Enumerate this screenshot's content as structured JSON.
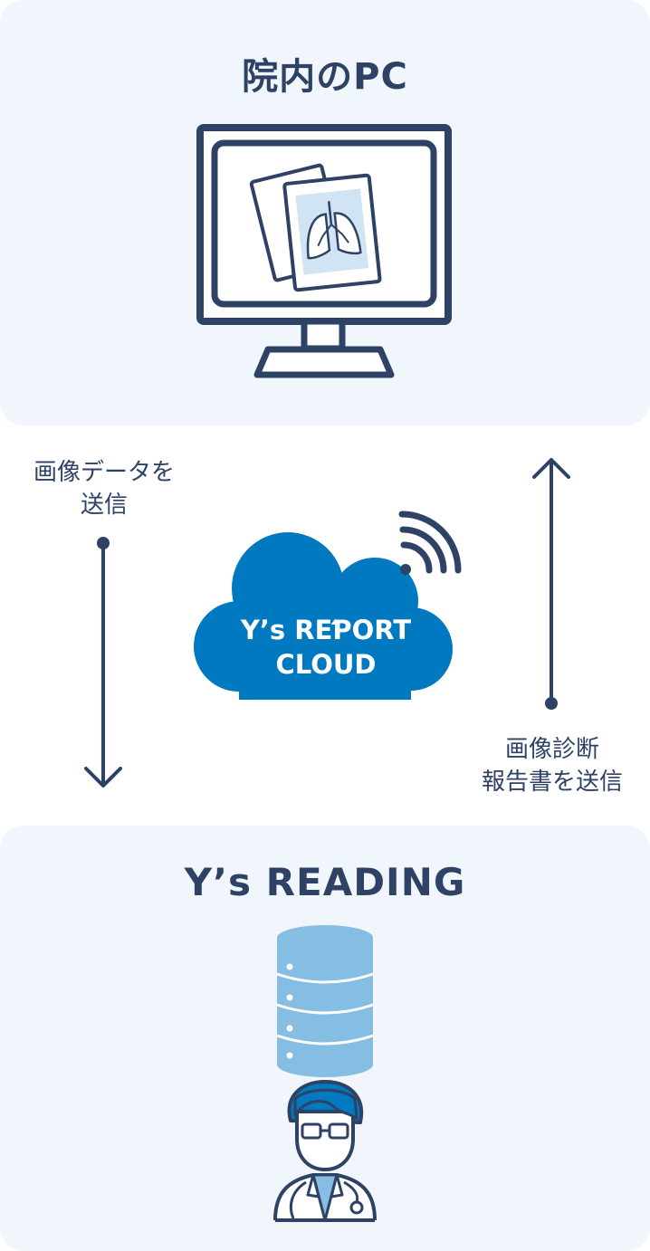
{
  "top_panel": {
    "title": "院内のPC"
  },
  "bottom_panel": {
    "title": "Y’s READING"
  },
  "flow_left": {
    "line1": "画像データを",
    "line2": "送信"
  },
  "flow_right": {
    "line1": "画像診断",
    "line2": "報告書を送信"
  },
  "cloud": {
    "line1": "Y’s REPORT",
    "line2": "CLOUD"
  },
  "icons": {
    "monitor": "monitor-icon",
    "xray": "lung-xray-icon",
    "cloud": "cloud-icon",
    "wifi": "wifi-icon",
    "database": "database-icon",
    "doctor": "doctor-icon"
  },
  "colors": {
    "navy": "#2e4265",
    "panel_bg": "#f0f6fc",
    "cloud_blue": "#0079c0",
    "light_blue": "#86bde3"
  }
}
